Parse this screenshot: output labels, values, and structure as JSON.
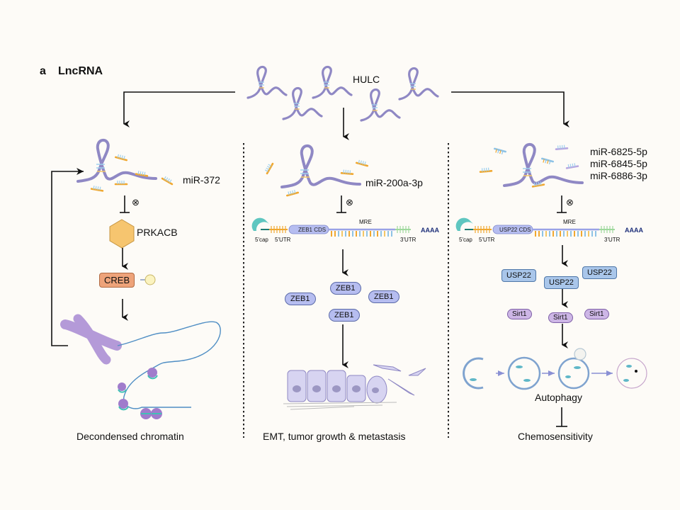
{
  "figure": {
    "panel_letter": "a",
    "panel_title": "LncRNA",
    "source_lncrna": "HULC",
    "colors": {
      "background": "#fdfbf7",
      "rna_strand": "#8f88c4",
      "mirna_orange": "#f0a830",
      "mirna_blue": "#8ec3e6",
      "mirna_purple": "#b8a6e0",
      "zeb1_pill": "#b6bdf0",
      "usp22_pill": "#a9c6ea",
      "sirt1_pill": "#cdb6e6",
      "creb_box": "#eea37a",
      "prkacb_hex": "#f6c56f",
      "phospho_circle": "#fbf3c0",
      "cap_teal": "#5fc6c0",
      "polyA": "#1d2f7a"
    }
  },
  "left_panel": {
    "mirna_label": "miR-372",
    "inhibit_symbol": "⊗",
    "kinase_label": "PRKACB",
    "tf_label": "CREB",
    "outcome": "Decondensed chromatin"
  },
  "middle_panel": {
    "mirna_label": "miR-200a-3p",
    "inhibit_symbol": "⊗",
    "mrna": {
      "cap": "5'cap",
      "utr5": "5'UTR",
      "cds": "ZEB1 CDS",
      "mre": "MRE",
      "utr3": "3'UTR",
      "polyA": "AAAA"
    },
    "proteins": [
      "ZEB1",
      "ZEB1",
      "ZEB1",
      "ZEB1"
    ],
    "outcome": "EMT, tumor growth & metastasis"
  },
  "right_panel": {
    "mirna_labels": [
      "miR-6825-5p",
      "miR-6845-5p",
      "miR-6886-3p"
    ],
    "inhibit_symbol": "⊗",
    "mrna": {
      "cap": "5'cap",
      "utr5": "5'UTR",
      "cds": "USP22 CDS",
      "mre": "MRE",
      "utr3": "3'UTR",
      "polyA": "AAAA"
    },
    "usp22_proteins": [
      "USP22",
      "USP22",
      "USP22"
    ],
    "sirt1_proteins": [
      "Sirt1",
      "Sirt1",
      "Sirt1"
    ],
    "process_label": "Autophagy",
    "outcome": "Chemosensitivity"
  }
}
